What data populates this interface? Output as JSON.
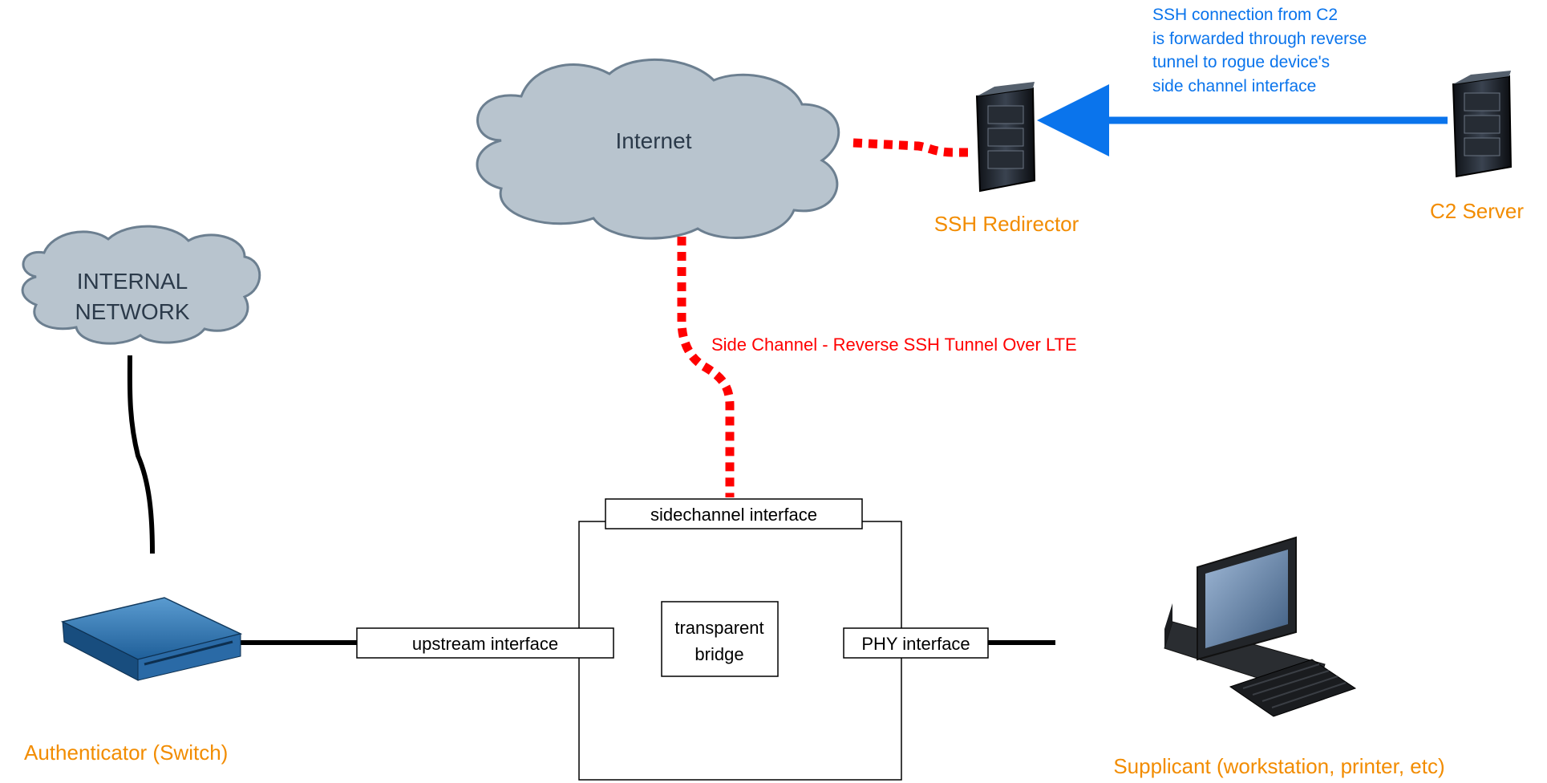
{
  "colors": {
    "tunnel": "#FF0000",
    "ssh_forward_arrow": "#0A74EC",
    "device_labels": "#F28C00",
    "cloud_fill": "#B8C4CE",
    "cloud_stroke": "#6C7F90",
    "wire": "#000000"
  },
  "clouds": {
    "internet": {
      "label": "Internet"
    },
    "internal_network": {
      "line1": "INTERNAL",
      "line2": "NETWORK"
    }
  },
  "devices": {
    "ssh_redirector": {
      "label": "SSH Redirector",
      "icon": "server-rack-icon"
    },
    "c2_server": {
      "label": "C2 Server",
      "icon": "server-rack-icon"
    },
    "authenticator": {
      "label": "Authenticator (Switch)",
      "icon": "network-switch-icon"
    },
    "supplicant": {
      "label": "Supplicant (workstation, printer, etc)",
      "icon": "desktop-computer-icon"
    }
  },
  "annotations": {
    "ssh_forward": {
      "lines": [
        "SSH connection from C2",
        "is forwarded through reverse",
        "tunnel to rogue device's",
        "side channel interface"
      ]
    },
    "side_channel": "Side Channel - Reverse SSH Tunnel Over LTE"
  },
  "rogue_device": {
    "sidechannel_interface": "sidechannel interface",
    "upstream_interface": "upstream interface",
    "bridge_line1": "transparent",
    "bridge_line2": "bridge",
    "phy_interface": "PHY interface"
  }
}
